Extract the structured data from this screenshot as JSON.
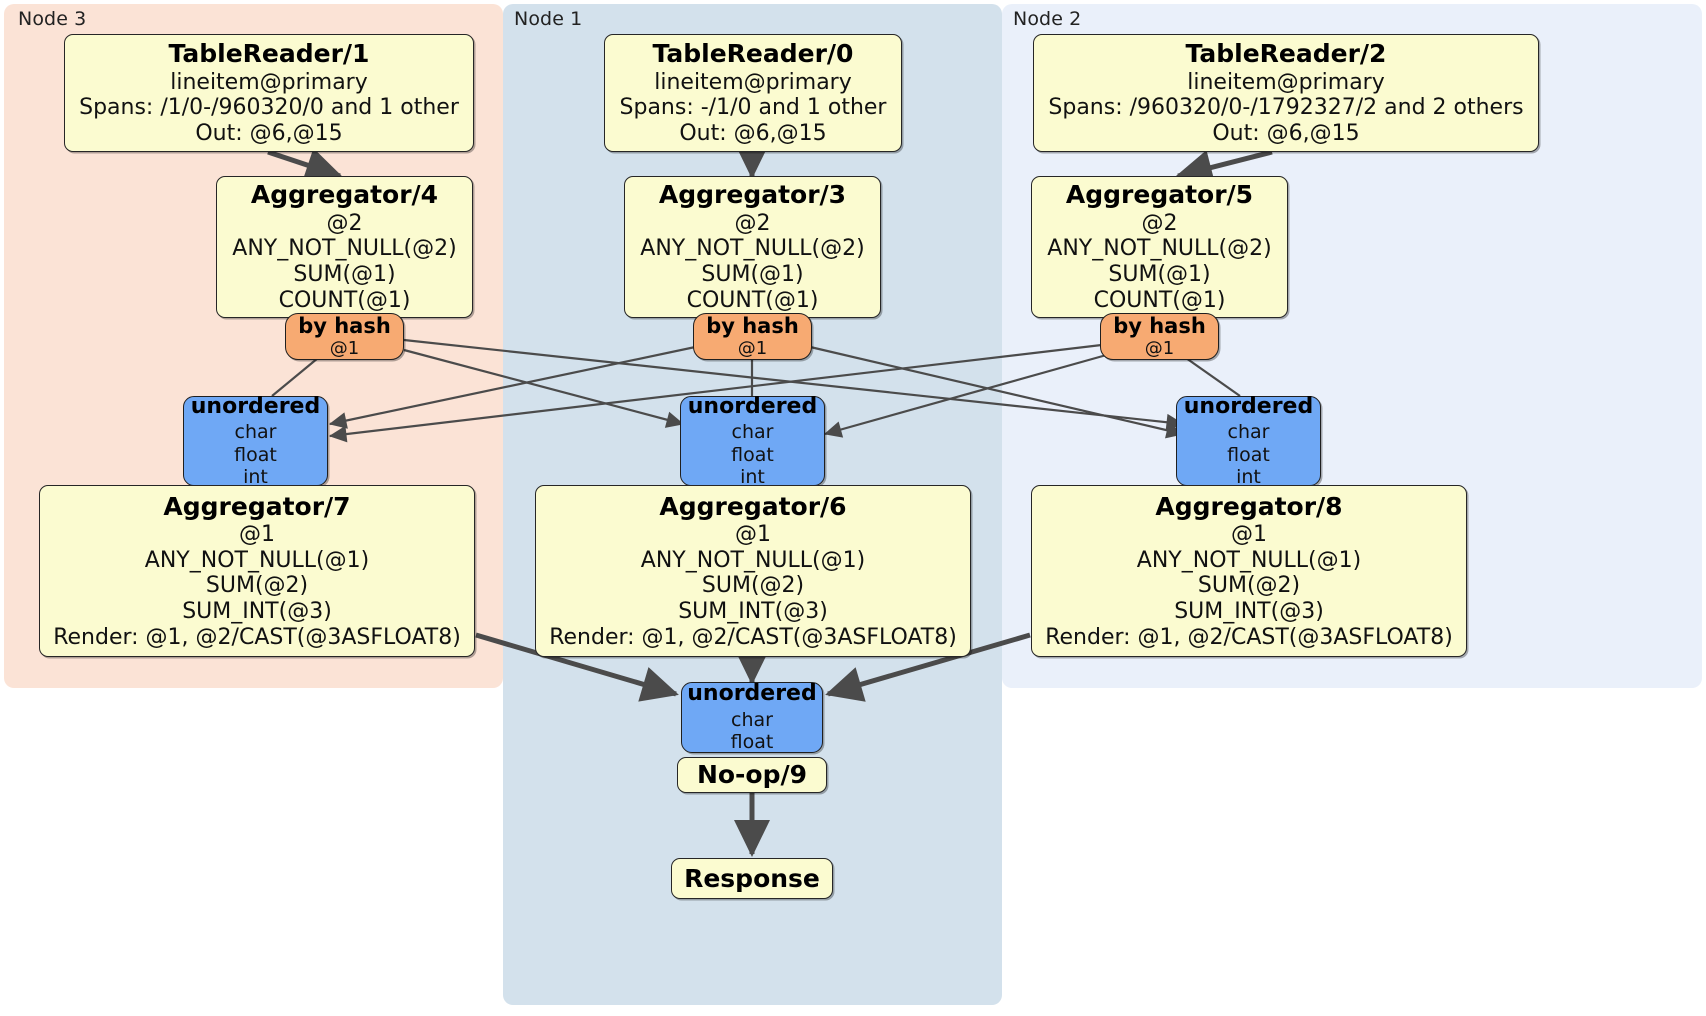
{
  "diagram": {
    "title": "Distributed query execution plan",
    "colors": {
      "node3_bg": "#fbe3d6",
      "node1_bg": "#d3e1ec",
      "node2_bg": "#eaf0fa",
      "processor_fill": "#fbfbd0",
      "hash_router_fill": "#f7aa72",
      "unordered_router_fill": "#6fa8f5",
      "edge": "#4b4b4b",
      "stroke": "#262626"
    }
  },
  "clusters": [
    {
      "id": "node3",
      "label": "Node 3"
    },
    {
      "id": "node1",
      "label": "Node 1"
    },
    {
      "id": "node2",
      "label": "Node 2"
    }
  ],
  "processors": {
    "tablereader1": {
      "title": "TableReader/1",
      "lines": [
        "lineitem@primary",
        "Spans: /1/0-/960320/0 and 1 other",
        "Out: @6,@15"
      ]
    },
    "tablereader0": {
      "title": "TableReader/0",
      "lines": [
        "lineitem@primary",
        "Spans: -/1/0 and 1 other",
        "Out: @6,@15"
      ]
    },
    "tablereader2": {
      "title": "TableReader/2",
      "lines": [
        "lineitem@primary",
        "Spans: /960320/0-/1792327/2 and 2 others",
        "Out: @6,@15"
      ]
    },
    "aggregator4": {
      "title": "Aggregator/4",
      "lines": [
        "@2",
        "ANY_NOT_NULL(@2)",
        "SUM(@1)",
        "COUNT(@1)"
      ]
    },
    "aggregator3": {
      "title": "Aggregator/3",
      "lines": [
        "@2",
        "ANY_NOT_NULL(@2)",
        "SUM(@1)",
        "COUNT(@1)"
      ]
    },
    "aggregator5": {
      "title": "Aggregator/5",
      "lines": [
        "@2",
        "ANY_NOT_NULL(@2)",
        "SUM(@1)",
        "COUNT(@1)"
      ]
    },
    "aggregator7": {
      "title": "Aggregator/7",
      "lines": [
        "@1",
        "ANY_NOT_NULL(@1)",
        "SUM(@2)",
        "SUM_INT(@3)",
        "Render: @1, @2/CAST(@3ASFLOAT8)"
      ]
    },
    "aggregator6": {
      "title": "Aggregator/6",
      "lines": [
        "@1",
        "ANY_NOT_NULL(@1)",
        "SUM(@2)",
        "SUM_INT(@3)",
        "Render: @1, @2/CAST(@3ASFLOAT8)"
      ]
    },
    "aggregator8": {
      "title": "Aggregator/8",
      "lines": [
        "@1",
        "ANY_NOT_NULL(@1)",
        "SUM(@2)",
        "SUM_INT(@3)",
        "Render: @1, @2/CAST(@3ASFLOAT8)"
      ]
    },
    "noop9": {
      "title": "No-op/9",
      "lines": []
    },
    "response": {
      "title": "Response",
      "lines": []
    }
  },
  "routers": {
    "byhash_left": {
      "title": "by hash",
      "lines": [
        "@1"
      ]
    },
    "byhash_mid": {
      "title": "by hash",
      "lines": [
        "@1"
      ]
    },
    "byhash_right": {
      "title": "by hash",
      "lines": [
        "@1"
      ]
    },
    "unordered_left": {
      "title": "unordered",
      "lines": [
        "char",
        "float",
        "int"
      ]
    },
    "unordered_mid": {
      "title": "unordered",
      "lines": [
        "char",
        "float",
        "int"
      ]
    },
    "unordered_right": {
      "title": "unordered",
      "lines": [
        "char",
        "float",
        "int"
      ]
    },
    "unordered_final": {
      "title": "unordered",
      "lines": [
        "char",
        "float"
      ]
    }
  }
}
